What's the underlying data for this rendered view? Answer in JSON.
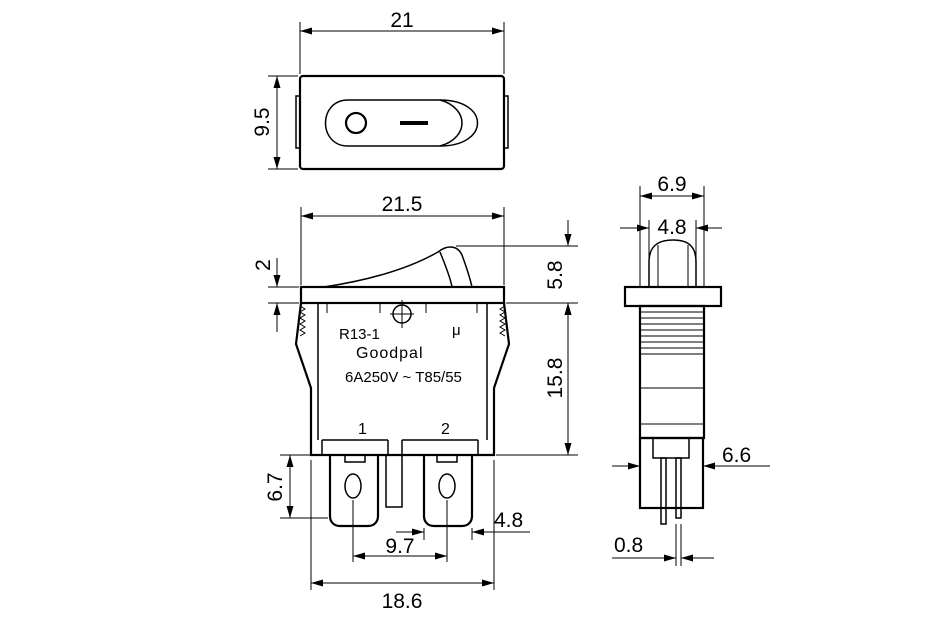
{
  "dimensions": {
    "top_width": "21",
    "top_height": "9.5",
    "front_width": "21.5",
    "rocker_thickness": "2",
    "rocker_height": "5.8",
    "body_height": "15.8",
    "terminal_height": "6.7",
    "terminal_spacing": "9.7",
    "terminal_width": "4.8",
    "overall_width": "18.6",
    "side_width": "6.9",
    "side_inner_width": "4.8",
    "side_depth": "6.6",
    "pin_thickness": "0.8"
  },
  "labels": {
    "model": "R13-1",
    "mark": "μ",
    "brand": "Goodpal",
    "rating": "6A250V ~ T85/55",
    "terminal_1": "1",
    "terminal_2": "2"
  }
}
